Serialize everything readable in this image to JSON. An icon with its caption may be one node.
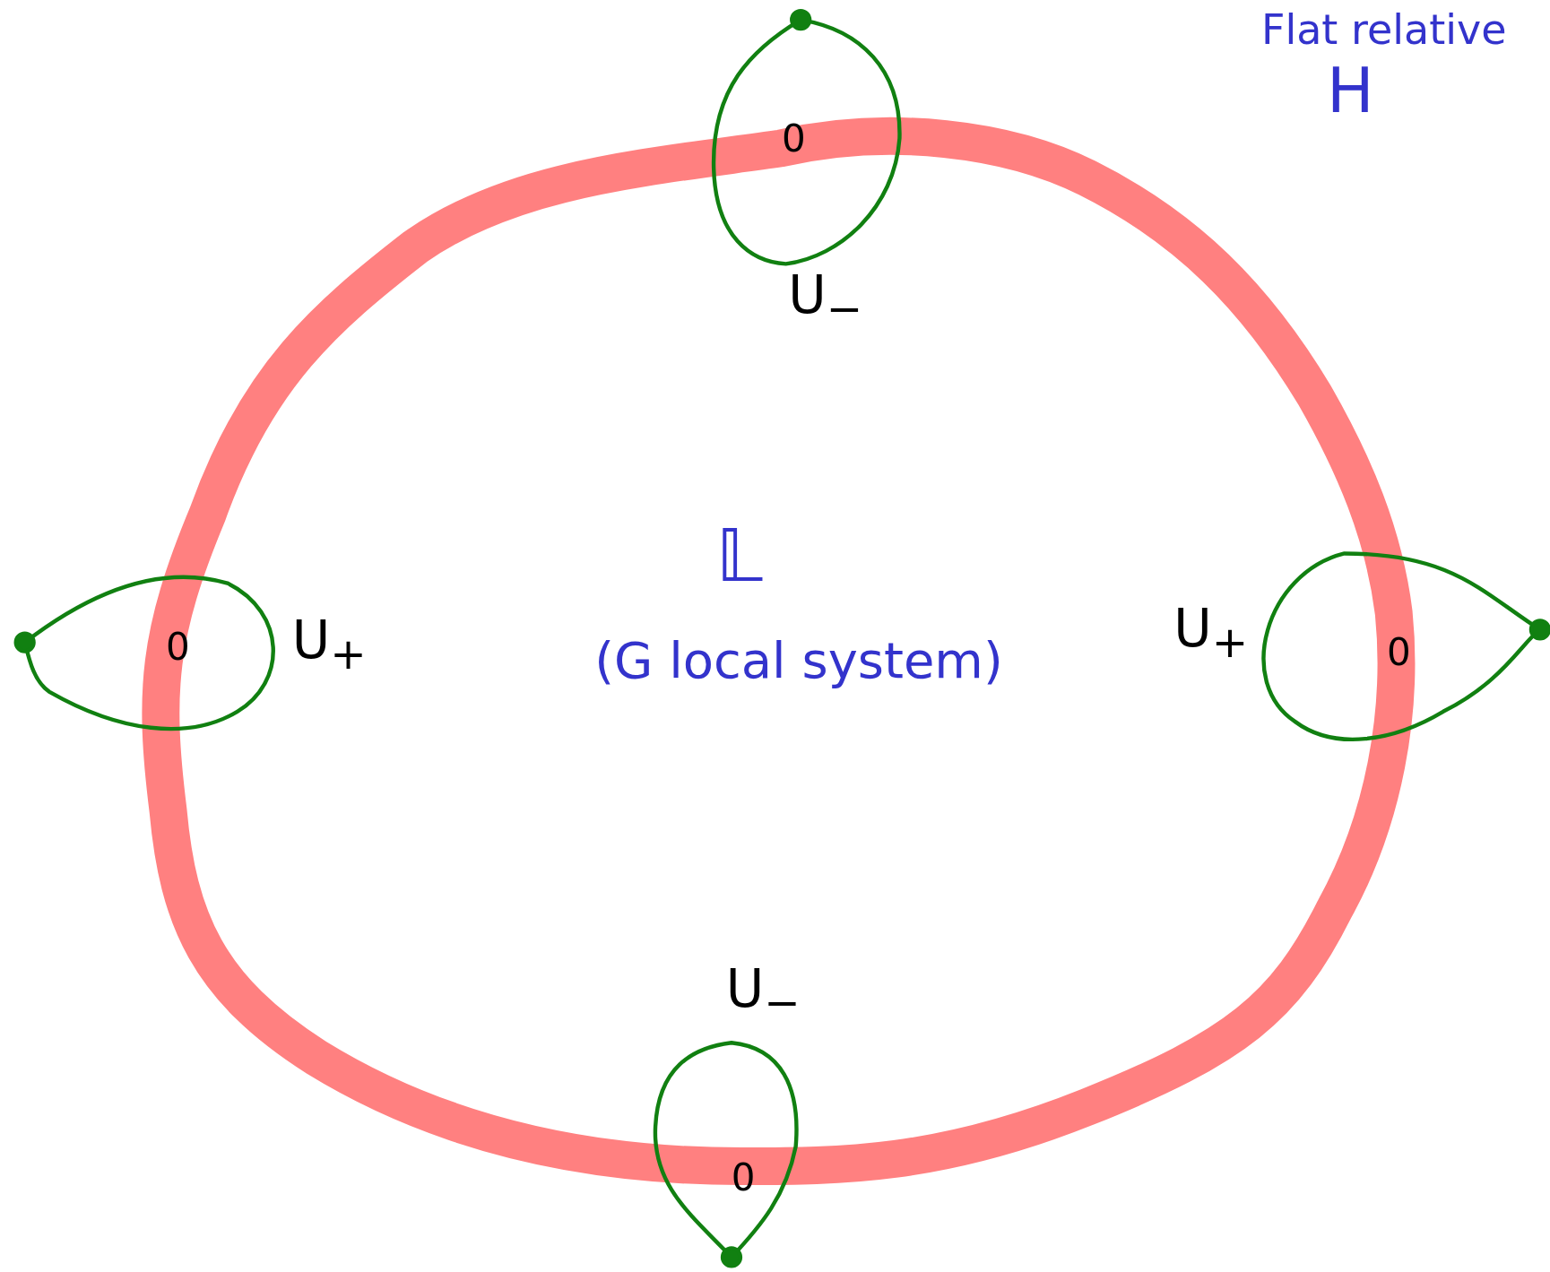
{
  "diagram": {
    "labels": [
      "Flat relative",
      "H",
      "0",
      "U$_{−}$",
      "0",
      "U$_{+}$",
      "𝕃",
      "(G local system)",
      "U$_{+}$",
      "0",
      "U$_{−}$",
      "0"
    ]
  }
}
